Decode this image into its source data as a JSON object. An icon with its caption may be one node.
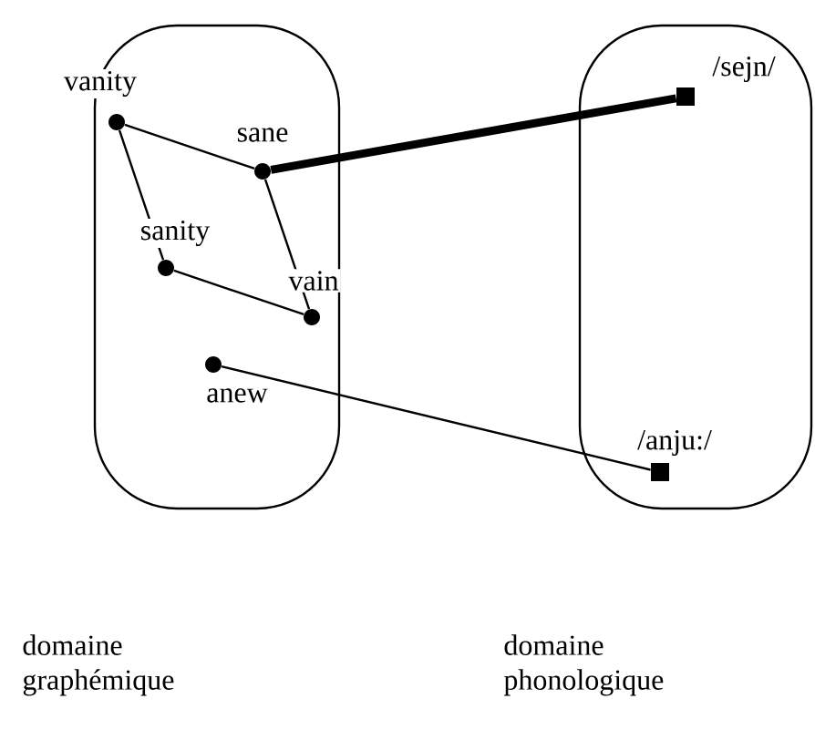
{
  "diagram": {
    "nodes": [
      {
        "text": [],
        "shape": "box"
      },
      {
        "text": [],
        "shape": "box"
      },
      {
        "text": [
          "vanity"
        ],
        "in": 0
      },
      {
        "text": [
          "sane"
        ],
        "in": 0
      },
      {
        "text": [
          "sanity"
        ],
        "in": 0
      },
      {
        "text": [
          "vain"
        ],
        "in": 0
      },
      {
        "text": [
          "anew"
        ],
        "in": 0
      },
      {
        "text": [
          "/sejn/"
        ],
        "in": 1
      },
      {
        "text": [
          "/anju:/"
        ],
        "in": 1
      }
    ],
    "edges": [
      {
        "from": 2,
        "to": 3,
        "arrow": "none"
      },
      {
        "from": 2,
        "to": 4,
        "arrow": "none"
      },
      {
        "from": 3,
        "to": 5,
        "arrow": "none"
      },
      {
        "from": 4,
        "to": 5,
        "arrow": "none"
      },
      {
        "from": 3,
        "to": 7,
        "arrow": "none",
        "style": "thick"
      },
      {
        "from": 6,
        "to": 8,
        "arrow": "none"
      }
    ],
    "labels": [
      "domaine graphémique",
      "domaine phonologique"
    ]
  }
}
